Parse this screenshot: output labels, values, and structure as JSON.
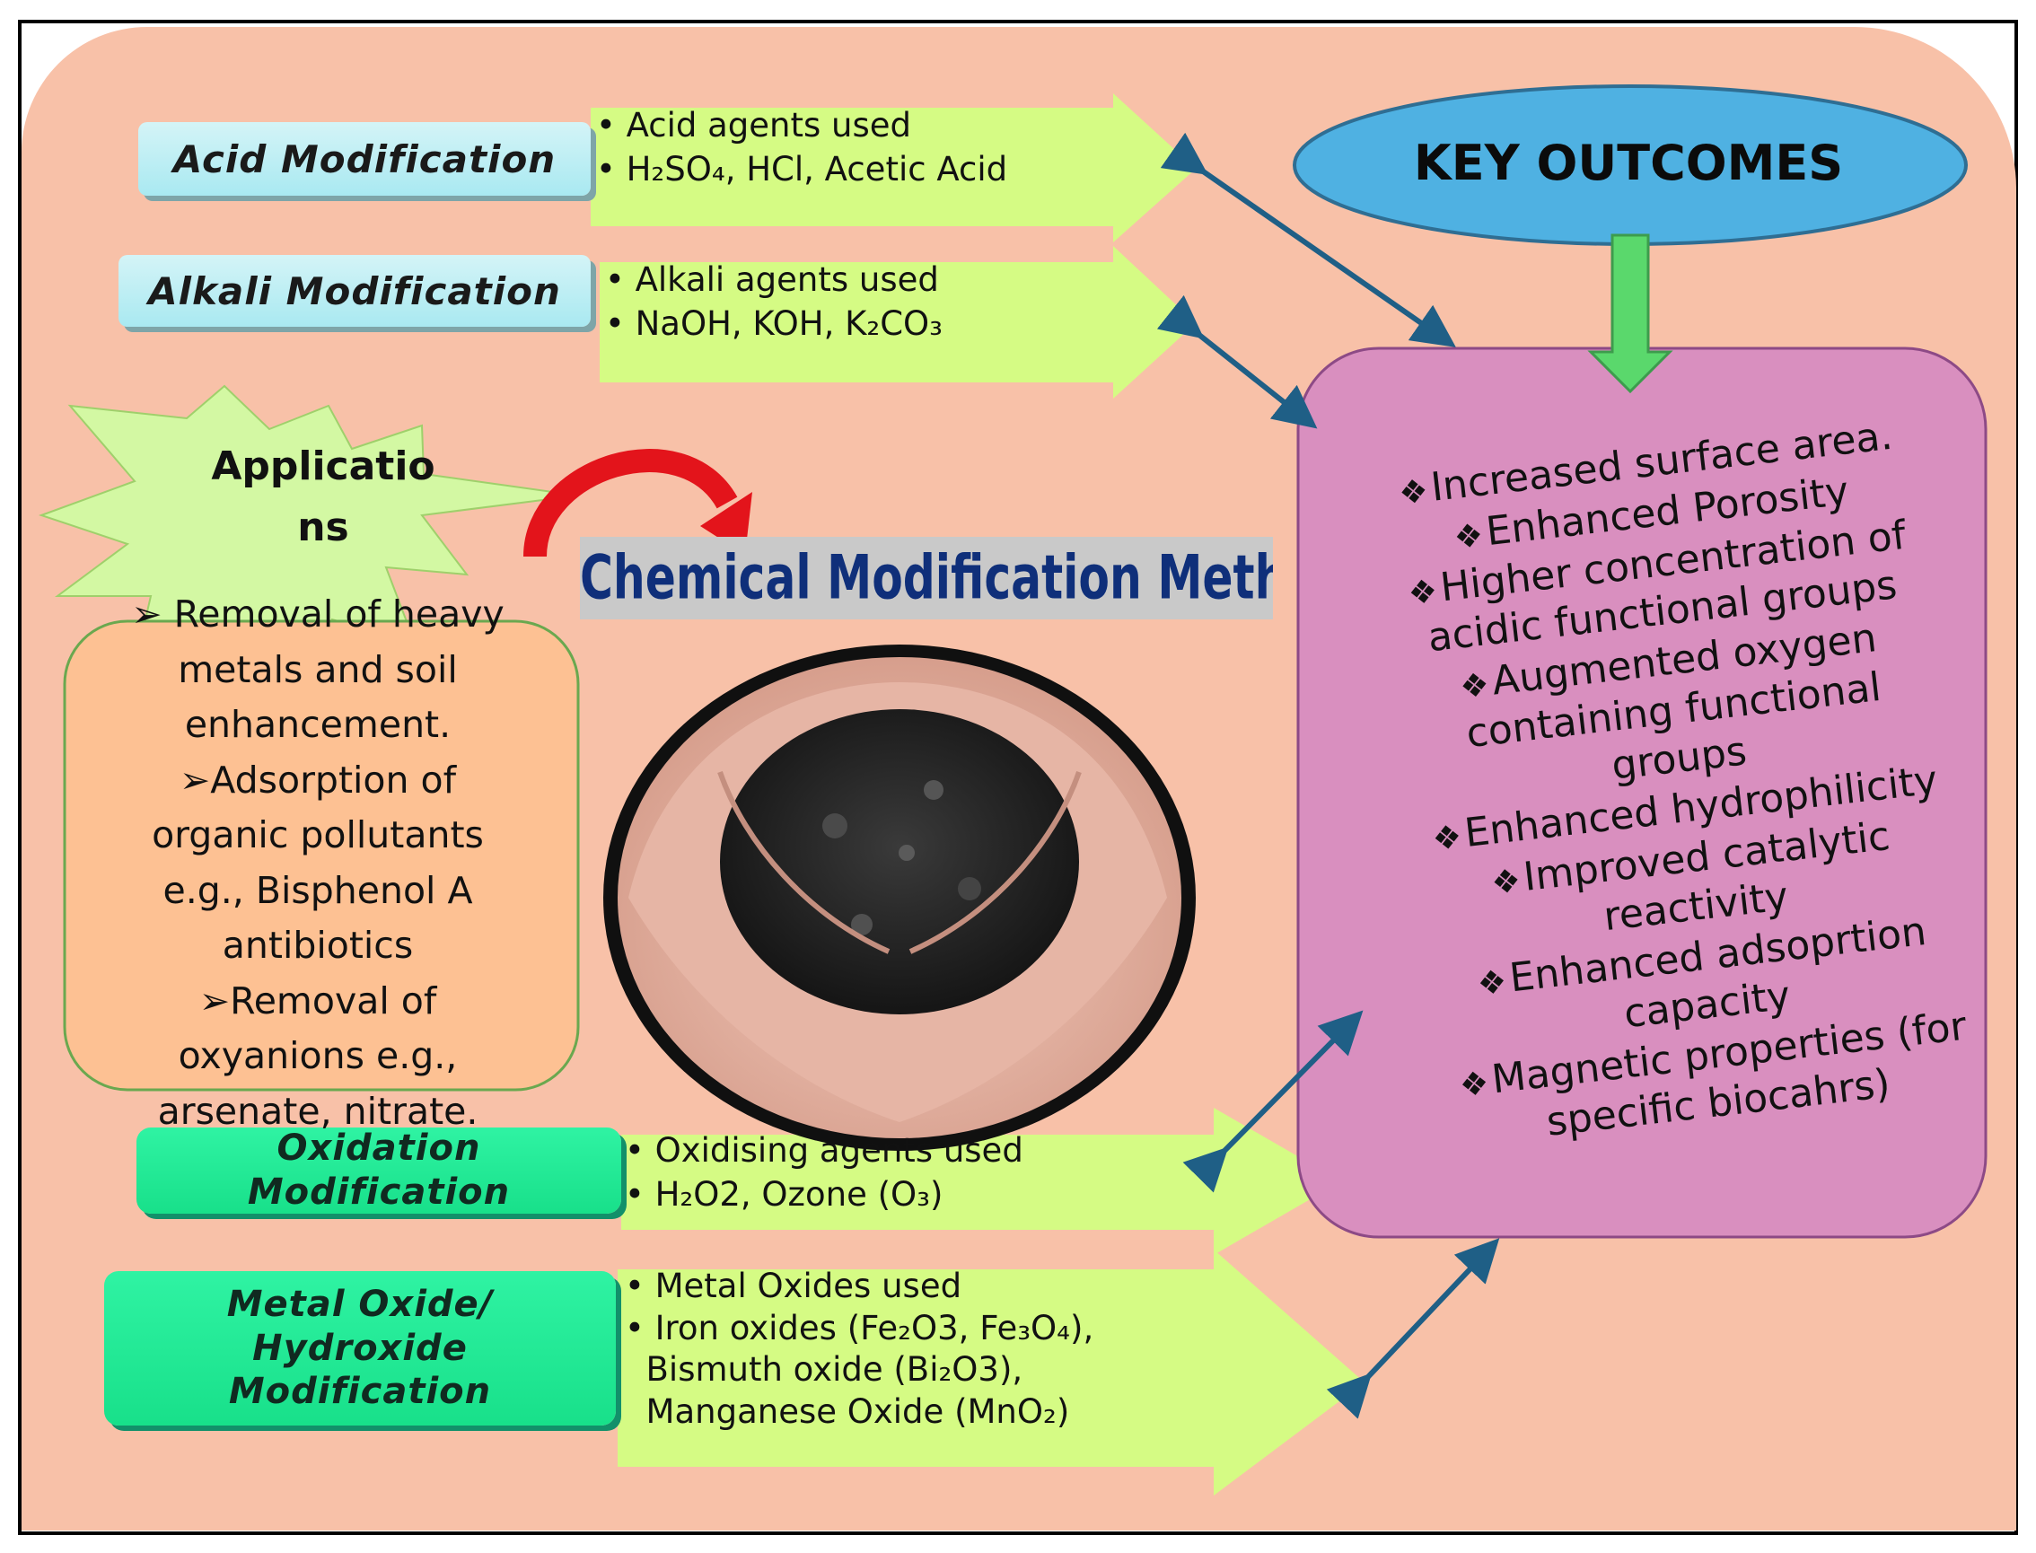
{
  "title": "Chemical Modification Methods",
  "methods": [
    {
      "name": "Acid Modification",
      "points": [
        "Acid agents used",
        "H₂SO₄, HCl, Acetic Acid"
      ]
    },
    {
      "name": "Alkali Modification",
      "points": [
        "Alkali agents used",
        "NaOH, KOH, K₂CO₃"
      ]
    },
    {
      "name_lines": [
        "Oxidation",
        "Modification"
      ],
      "points": [
        "Oxidising agents used",
        "H₂O2, Ozone (O₃)"
      ]
    },
    {
      "name_lines": [
        "Metal Oxide/",
        "Hydroxide",
        "Modification"
      ],
      "points": [
        "Metal Oxides used",
        "Iron oxides (Fe₂O3, Fe₃O₄),",
        "Bismuth oxide (Bi₂O3),",
        "Manganese Oxide (MnO₂)"
      ]
    }
  ],
  "key_outcomes": {
    "title": "KEY OUTCOMES",
    "items": [
      [
        "Increased surface area."
      ],
      [
        "Enhanced Porosity"
      ],
      [
        "Higher concentration of",
        "acidic functional groups"
      ],
      [
        "Augmented oxygen",
        "containing functional",
        "groups"
      ],
      [
        "Enhanced hydrophilicity"
      ],
      [
        "Improved  catalytic",
        "reactivity"
      ],
      [
        "Enhanced adsoprtion",
        "capacity"
      ],
      [
        "Magnetic properties (for",
        "specific biocahrs)"
      ]
    ]
  },
  "applications": {
    "title_lines": [
      "Applicatio",
      "ns"
    ],
    "items": [
      [
        "Removal of heavy",
        "metals and soil",
        "enhancement."
      ],
      [
        "Adsorption of",
        "organic pollutants",
        "e.g., Bisphenol A",
        "antibiotics"
      ],
      [
        "Removal of",
        "oxyanions e.g.,",
        "arsenate, nitrate."
      ]
    ]
  },
  "colors": {
    "background": "#f8c1a8",
    "method_box_top": "#a9e9f1",
    "method_box_bottom": "#1ee592",
    "arrow_fill": "#d5fb84",
    "outcomes_fill": "#d98fbf",
    "ellipse_fill": "#4fb1e2",
    "connector": "#1f5f86",
    "curved_arrow": "#e3141b",
    "down_arrow": "#5ad86c"
  }
}
